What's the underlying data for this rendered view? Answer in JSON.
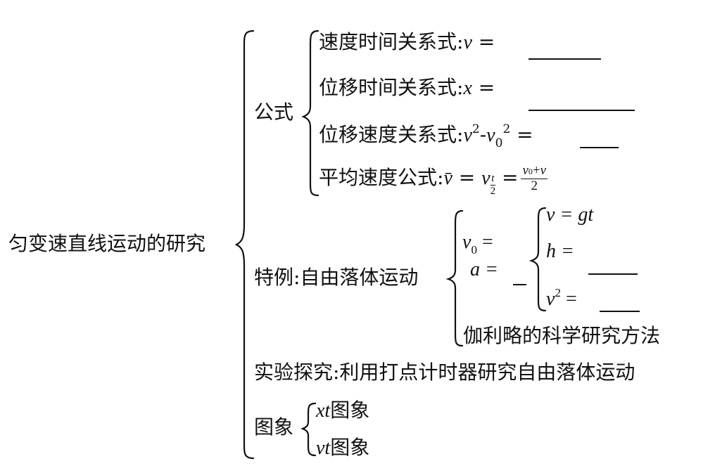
{
  "root": "匀变速直线运动的研究",
  "formulas": {
    "label": "公式",
    "velocity_time": "速度时间关系式:",
    "displacement_time": "位移时间关系式:",
    "displacement_velocity": "位移速度关系式:",
    "average_velocity": "平均速度公式:",
    "math": {
      "v": "v",
      "eq": "=",
      "x": "x",
      "sq": "2",
      "minus": "-",
      "sub0": "0",
      "vbar": "v̄",
      "sub_t": "t",
      "half_den": "2",
      "plus": "+"
    }
  },
  "free_fall": {
    "label": "特例:自由落体运动",
    "v0_lhs": "v",
    "a_lhs": "a =",
    "v_eq_gt": "v = gt",
    "h_eq": "h =",
    "method": "伽利略的科学研究方法"
  },
  "experiment": "实验探究:利用打点计时器研究自由落体运动",
  "graphs": {
    "label": "图象",
    "xt_var": "xt",
    "vt_var": "vt",
    "graph_word": "图象"
  },
  "colors": {
    "ink": "#111111",
    "background": "#ffffff"
  }
}
